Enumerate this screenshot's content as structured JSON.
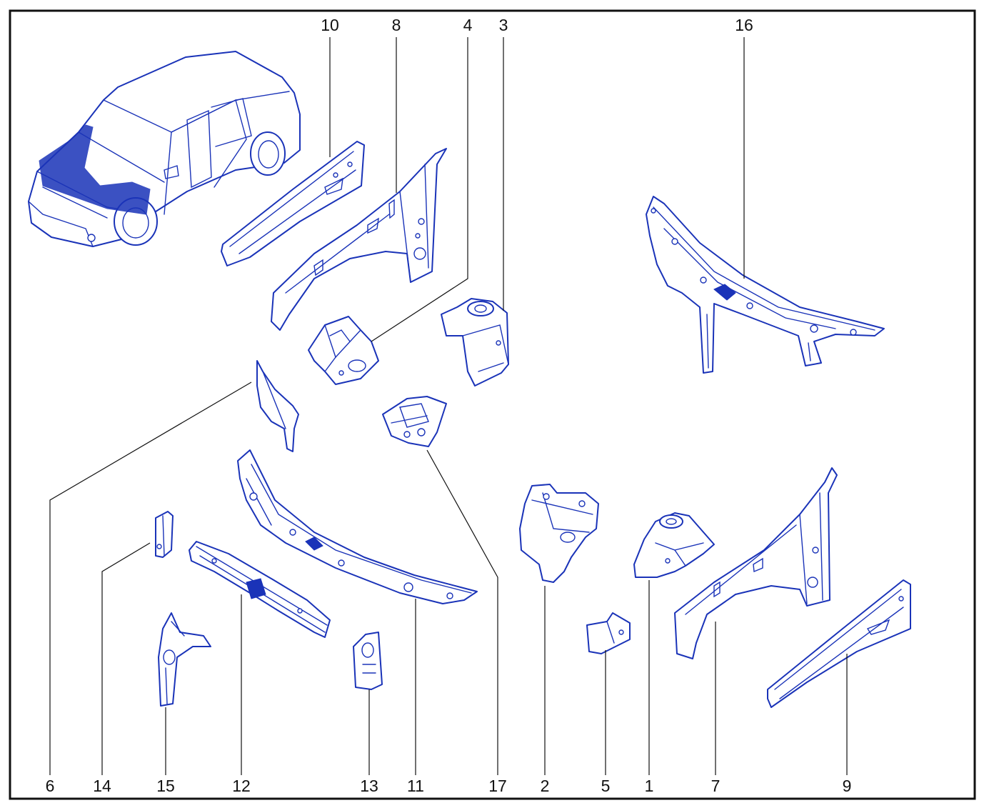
{
  "colors": {
    "parts": "#1a33b8",
    "lines": "#111111",
    "background": "#ffffff"
  },
  "callouts": [
    {
      "id": "10",
      "label": "10"
    },
    {
      "id": "8",
      "label": "8"
    },
    {
      "id": "4",
      "label": "4"
    },
    {
      "id": "3",
      "label": "3"
    },
    {
      "id": "16",
      "label": "16"
    },
    {
      "id": "6",
      "label": "6"
    },
    {
      "id": "14",
      "label": "14"
    },
    {
      "id": "15",
      "label": "15"
    },
    {
      "id": "12",
      "label": "12"
    },
    {
      "id": "13",
      "label": "13"
    },
    {
      "id": "11",
      "label": "11"
    },
    {
      "id": "17",
      "label": "17"
    },
    {
      "id": "2",
      "label": "2"
    },
    {
      "id": "5",
      "label": "5"
    },
    {
      "id": "1",
      "label": "1"
    },
    {
      "id": "7",
      "label": "7"
    },
    {
      "id": "9",
      "label": "9"
    }
  ]
}
